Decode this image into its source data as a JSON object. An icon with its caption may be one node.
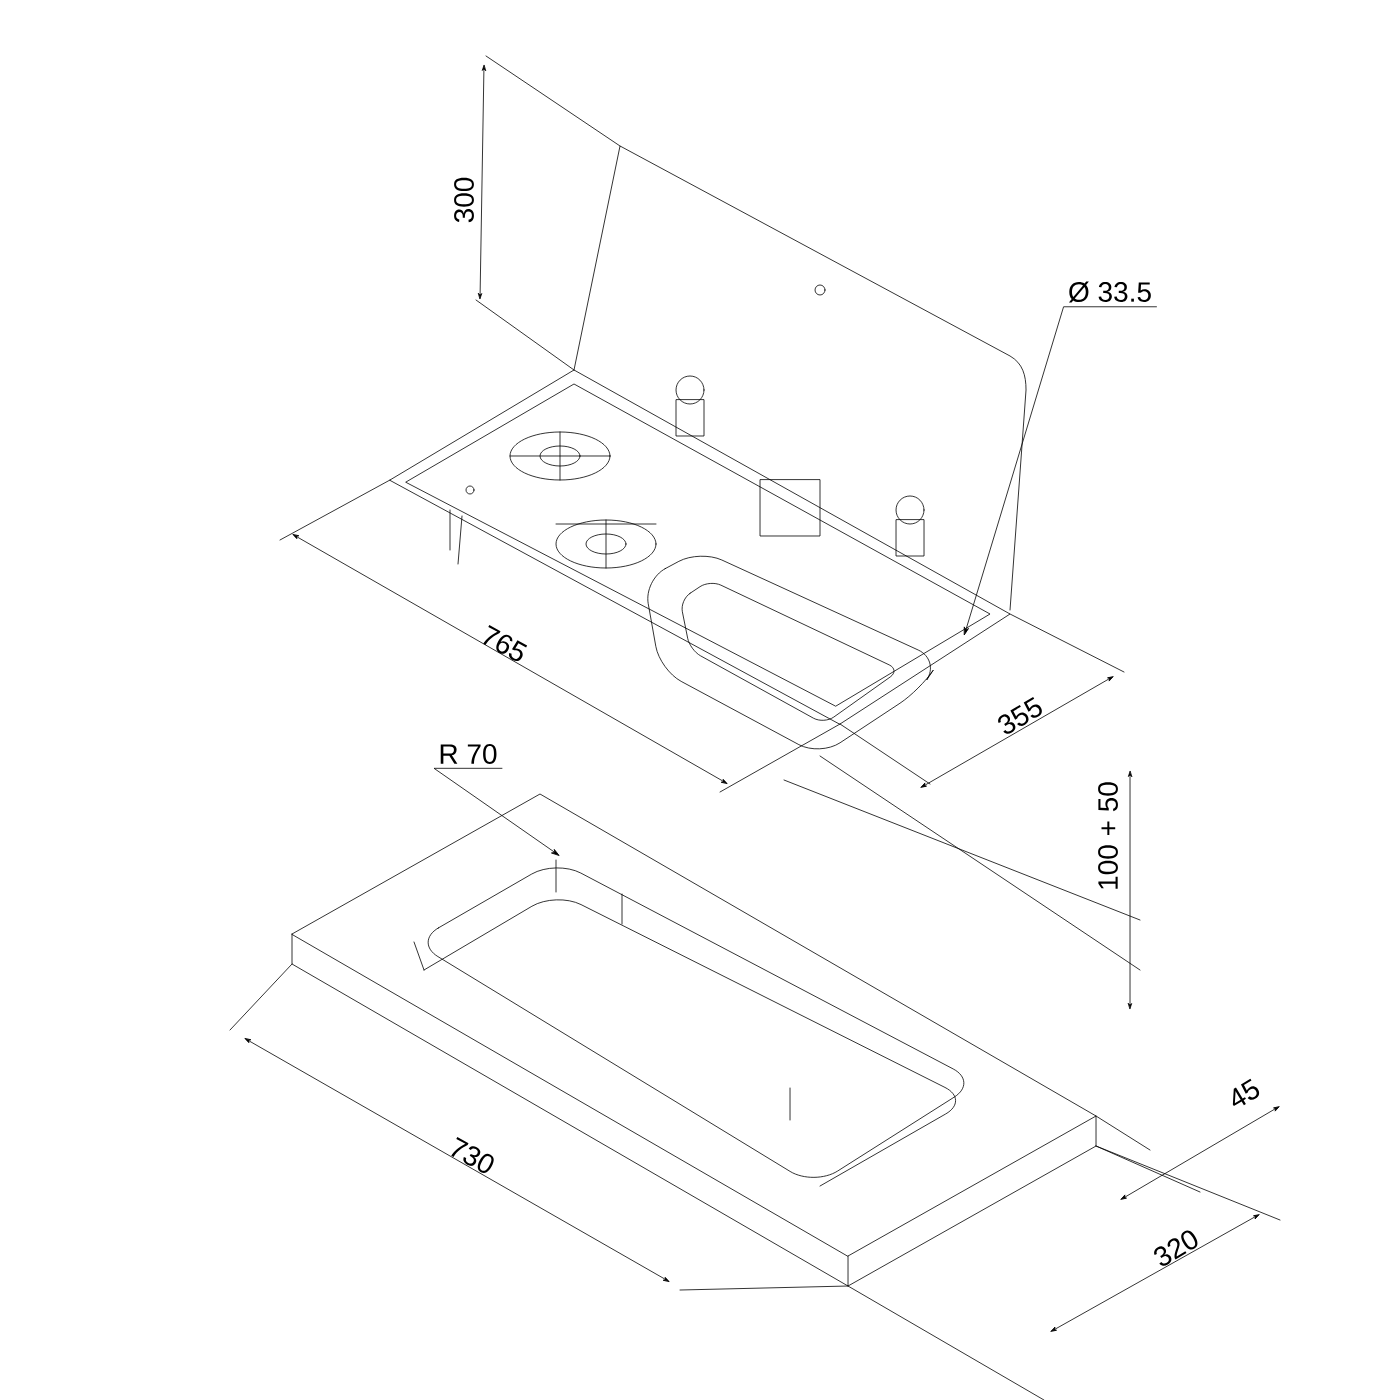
{
  "diagram": {
    "nodes": [
      {
        "text": [
          "Ø 33.5"
        ]
      },
      {
        "text": [
          "R 70"
        ]
      }
    ],
    "edges": [
      {
        "from": 0,
        "to": null,
        "arrow": "to"
      },
      {
        "from": 1,
        "to": null,
        "arrow": "to"
      }
    ],
    "labels": [
      "300",
      "765",
      "355",
      "100 + 50",
      "730",
      "45",
      "320"
    ]
  }
}
